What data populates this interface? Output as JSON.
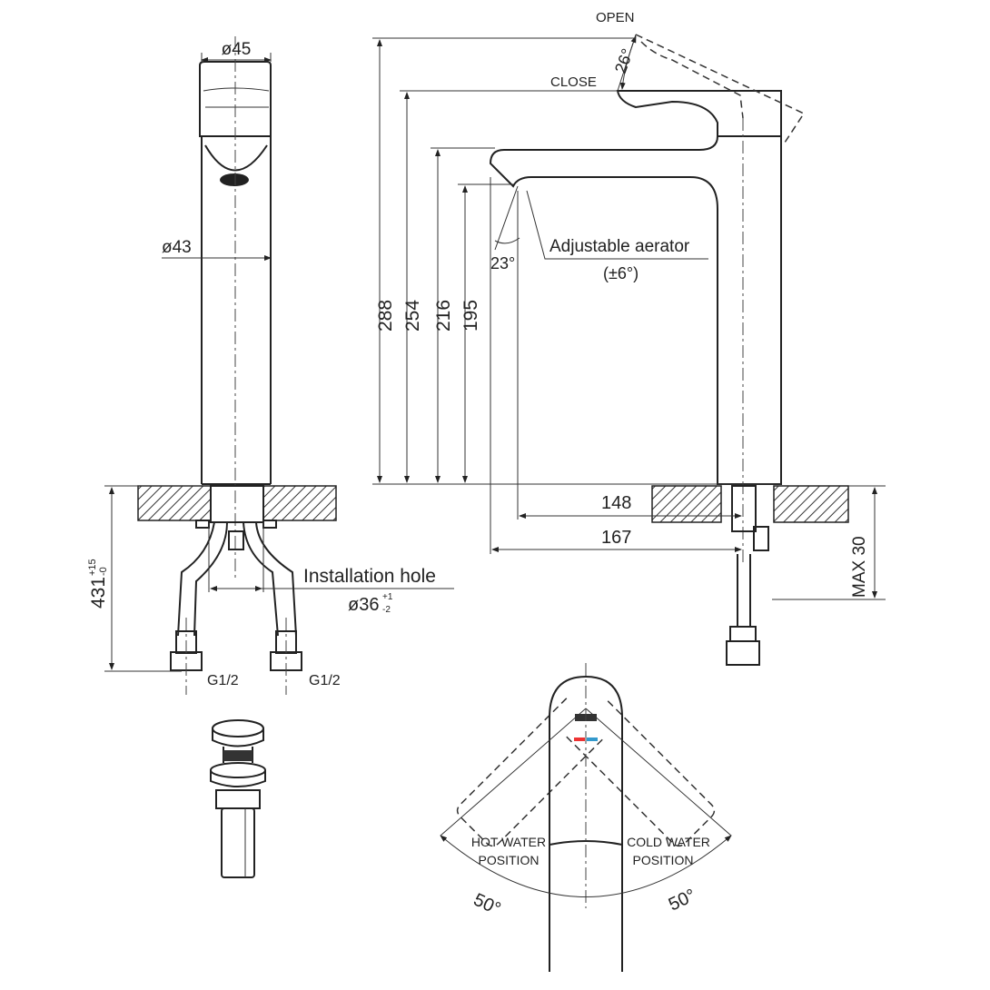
{
  "front_view": {
    "top_diameter": "ø45",
    "body_diameter": "ø43",
    "length_label": "431",
    "length_tolerance_upper": "+15",
    "length_tolerance_lower": "-0",
    "installation_hole_label": "Installation hole",
    "installation_hole_diameter": "ø36",
    "installation_hole_tol_upper": "+1",
    "installation_hole_tol_lower": "-2",
    "thread_left": "G1/2",
    "thread_right": "G1/2"
  },
  "side_view": {
    "open_label": "OPEN",
    "close_label": "CLOSE",
    "handle_angle": "26°",
    "aerator_angle": "23°",
    "aerator_label": "Adjustable aerator",
    "aerator_range": "(±6°)",
    "heights": [
      "288",
      "254",
      "216",
      "195"
    ],
    "reach_148": "148",
    "reach_167": "167",
    "max_deck": "MAX 30"
  },
  "top_view": {
    "hot_label_1": "HOT WATER",
    "hot_label_2": "POSITION",
    "cold_label_1": "COLD WATER",
    "cold_label_2": "POSITION",
    "hot_angle": "50°",
    "cold_angle": "50°"
  }
}
